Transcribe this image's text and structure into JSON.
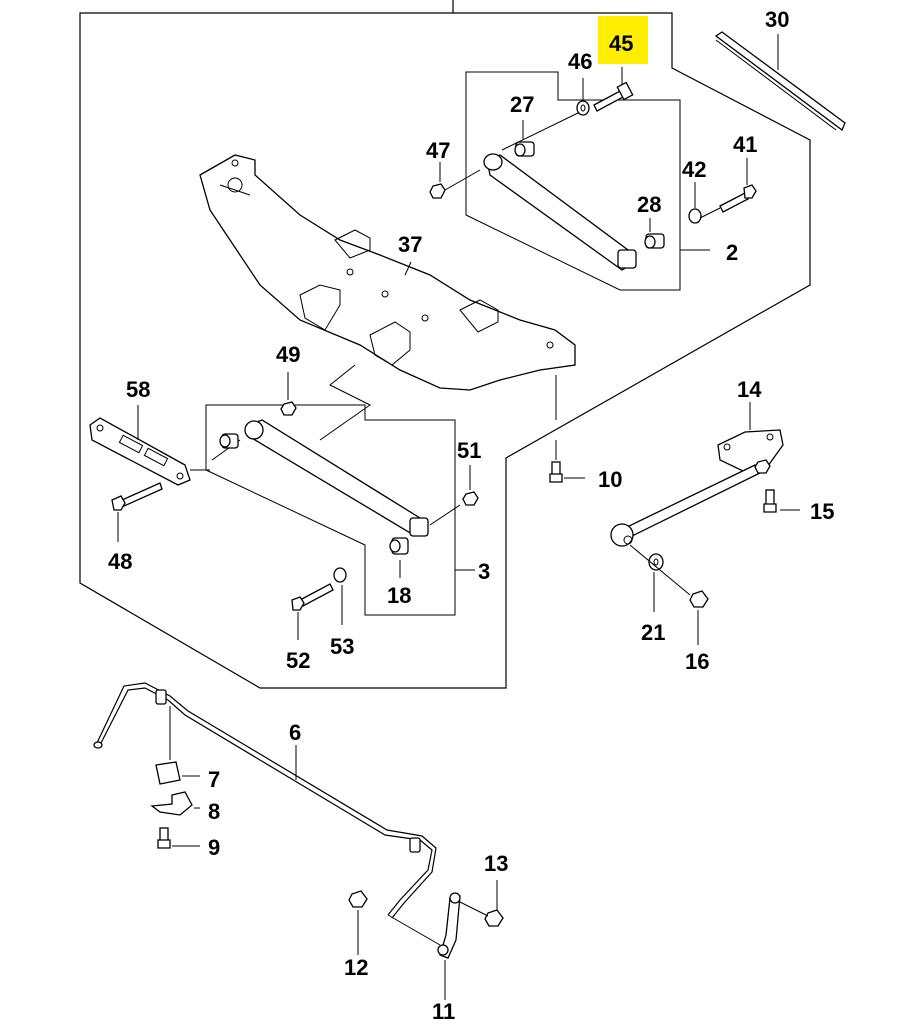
{
  "diagram": {
    "highlight_color": "#ffee00",
    "highlighted_part": "45",
    "callouts": {
      "c30": "30",
      "c45": "45",
      "c46": "46",
      "c27": "27",
      "c47": "47",
      "c41": "41",
      "c42": "42",
      "c28": "28",
      "c2": "2",
      "c37": "37",
      "c49": "49",
      "c58": "58",
      "c14": "14",
      "c51": "51",
      "c10": "10",
      "c15": "15",
      "c48": "48",
      "c3": "3",
      "c18": "18",
      "c21": "21",
      "c16": "16",
      "c52": "52",
      "c53": "53",
      "c6": "6",
      "c7": "7",
      "c8": "8",
      "c9": "9",
      "c13": "13",
      "c12": "12",
      "c11": "11"
    }
  }
}
